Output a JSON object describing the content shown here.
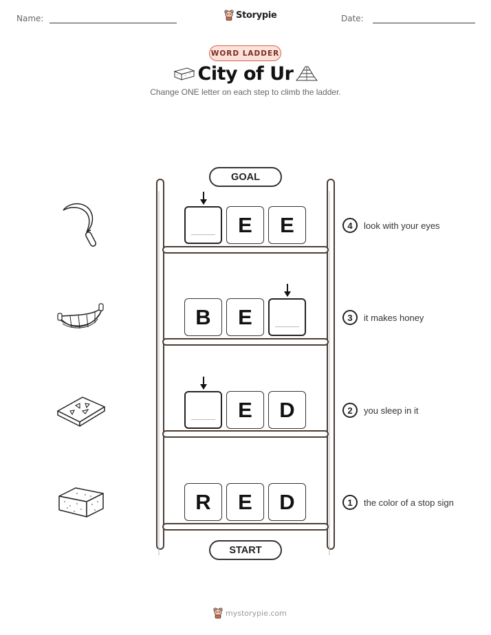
{
  "header": {
    "name_label": "Name:",
    "date_label": "Date:",
    "logo_text": "Storypie"
  },
  "badge": "WORD LADDER",
  "title": "City of Ur",
  "subtitle": "Change ONE letter on each step to climb the ladder.",
  "goal_label": "GOAL",
  "start_label": "START",
  "rungs": [
    {
      "number": "4",
      "clue": "look with your eyes",
      "letters": [
        "",
        "E",
        "E"
      ],
      "changed_index": 0,
      "picture": "sickle-icon"
    },
    {
      "number": "3",
      "clue": "it makes honey",
      "letters": [
        "B",
        "E",
        ""
      ],
      "changed_index": 2,
      "picture": "reed-boat-icon"
    },
    {
      "number": "2",
      "clue": "you sleep in it",
      "letters": [
        "",
        "E",
        "D"
      ],
      "changed_index": 0,
      "picture": "clay-tablet-icon"
    },
    {
      "number": "1",
      "clue": "the color of a stop sign",
      "letters": [
        "R",
        "E",
        "D"
      ],
      "changed_index": null,
      "picture": "mud-brick-icon"
    }
  ],
  "footer_text": "mystorypie.com",
  "colors": {
    "badge_border": "#d9634c",
    "badge_fill": "#fbe1da",
    "ladder": "#4a3b33"
  }
}
